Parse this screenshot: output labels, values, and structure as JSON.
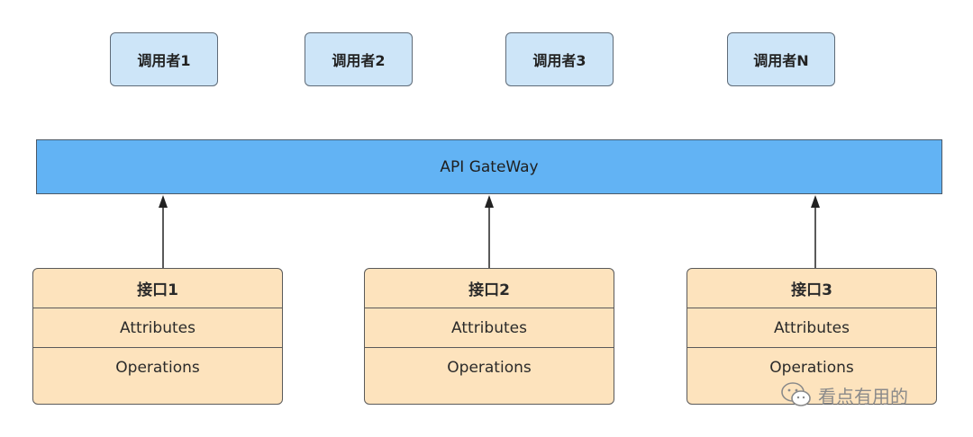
{
  "callers": [
    {
      "label": "调用者1"
    },
    {
      "label": "调用者2"
    },
    {
      "label": "调用者3"
    },
    {
      "label": "调用者N"
    }
  ],
  "gateway": {
    "label": "API GateWay"
  },
  "interfaces": [
    {
      "title": "接口1",
      "attributes": "Attributes",
      "operations": "Operations"
    },
    {
      "title": "接口2",
      "attributes": "Attributes",
      "operations": "Operations"
    },
    {
      "title": "接口3",
      "attributes": "Attributes",
      "operations": "Operations"
    }
  ],
  "watermark": {
    "text": "看点有用的"
  },
  "colors": {
    "caller_fill": "#cde5f8",
    "gateway_fill": "#62b3f4",
    "interface_fill": "#fde3bd"
  }
}
